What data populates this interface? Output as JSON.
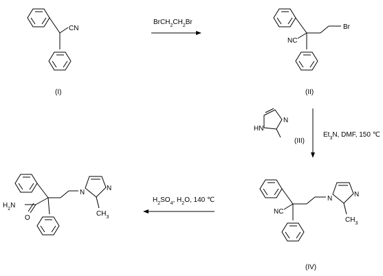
{
  "compounds": {
    "I": {
      "label": "(I)",
      "groups": {
        "nitrile": "CN"
      }
    },
    "II": {
      "label": "(II)",
      "groups": {
        "nitrile": "NC",
        "bromo": "Br"
      }
    },
    "III": {
      "label": "(III)",
      "groups": {
        "nh": "HN",
        "n": "N"
      }
    },
    "IV": {
      "label": "(IV)",
      "groups": {
        "nitrile": "NC",
        "n1": "N",
        "n3": "N",
        "methyl": "CH3"
      }
    },
    "product": {
      "groups": {
        "amine": "H2N",
        "oxygen": "O",
        "n1": "N",
        "n3": "N",
        "methyl": "CH3"
      }
    }
  },
  "reactions": {
    "step1": {
      "reagent": "BrCH2CH2Br"
    },
    "step2": {
      "conditions": "Et3N, DMF, 150 ℃"
    },
    "step3": {
      "conditions": "H2SO4, H2O, 140 ℃"
    }
  }
}
